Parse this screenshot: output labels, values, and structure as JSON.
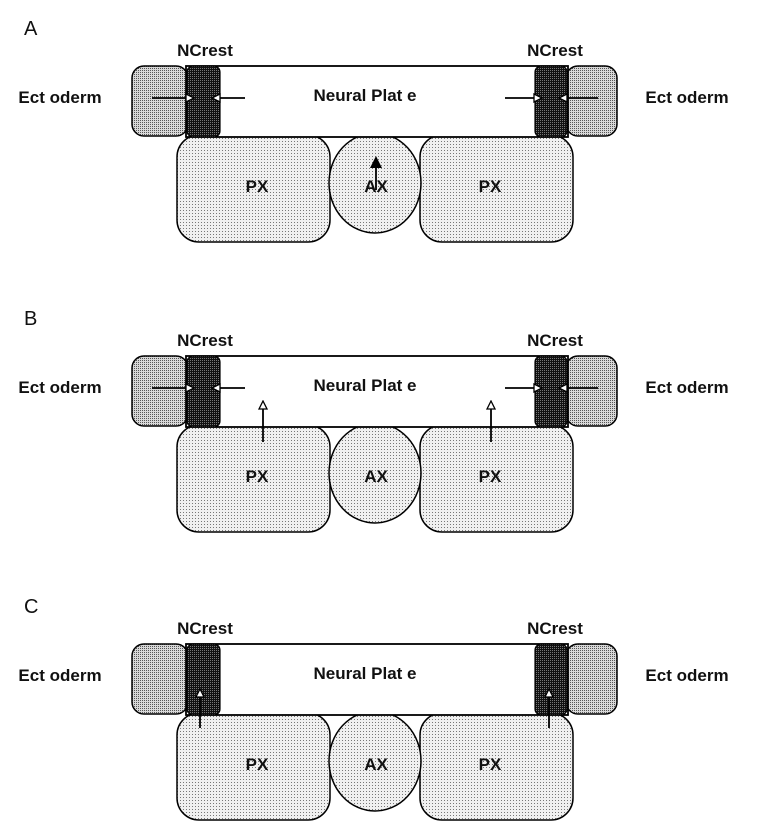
{
  "labels": {
    "ectoderm": "Ect oderm",
    "ncrest": "NCrest",
    "neural_plate": "Neural Plat e",
    "px": "PX",
    "ax": "AX"
  },
  "panels": [
    {
      "id": "A",
      "arrows": [
        "ectoderm-to-ncrest",
        "neural-plate-to-ncrest",
        "ax-to-neural-plate"
      ]
    },
    {
      "id": "B",
      "arrows": [
        "ectoderm-to-ncrest",
        "neural-plate-to-ncrest",
        "px-to-neural-plate"
      ]
    },
    {
      "id": "C",
      "arrows": [
        "px-to-ncrest"
      ]
    }
  ],
  "colors": {
    "ectoderm": "#bdbdbd",
    "ncrest": "#2a2a2a",
    "mesoderm": "#d9d9d9",
    "neural_plate": "#ffffff"
  }
}
